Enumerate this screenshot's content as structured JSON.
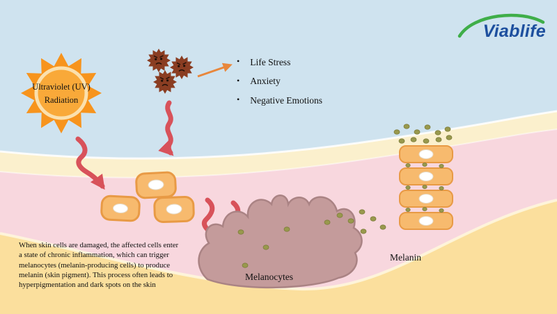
{
  "logo": {
    "text": "Viablife",
    "color_blue": "#1d4f9e",
    "color_green": "#3fae49"
  },
  "sun": {
    "line1": "Ultraviolet (UV)",
    "line2": "Radiation"
  },
  "stress_list": {
    "bullet": "•",
    "items": [
      "Life Stress",
      "Anxiety",
      "Negative Emotions"
    ]
  },
  "labels": {
    "melanocytes": "Melanocytes",
    "melanin": "Melanin"
  },
  "caption": "When skin cells are damaged, the affected cells enter\na state of chronic inflammation, which can trigger\nmelanocytes (melanin-producing cells) to produce\nmelanin (skin pigment). This process often leads to\nhyperpigmentation and dark spots on the skin",
  "colors": {
    "sky": "#cfe3ef",
    "epidermis_band": "#fbf0cd",
    "dermis_pink": "#f8d7de",
    "subcutis_yellow": "#fbdf9d",
    "cell_fill": "#f7ba6e",
    "cell_stroke": "#e89a45",
    "melanocyte_fill": "#c49b9b",
    "melanocyte_stroke": "#aa8384",
    "melanin_dot": "#99994d",
    "arrow_red": "#d8525a",
    "arrow_orange": "#e8873c",
    "sun_orange": "#f7941d",
    "virus_brown": "#8a3d22"
  }
}
